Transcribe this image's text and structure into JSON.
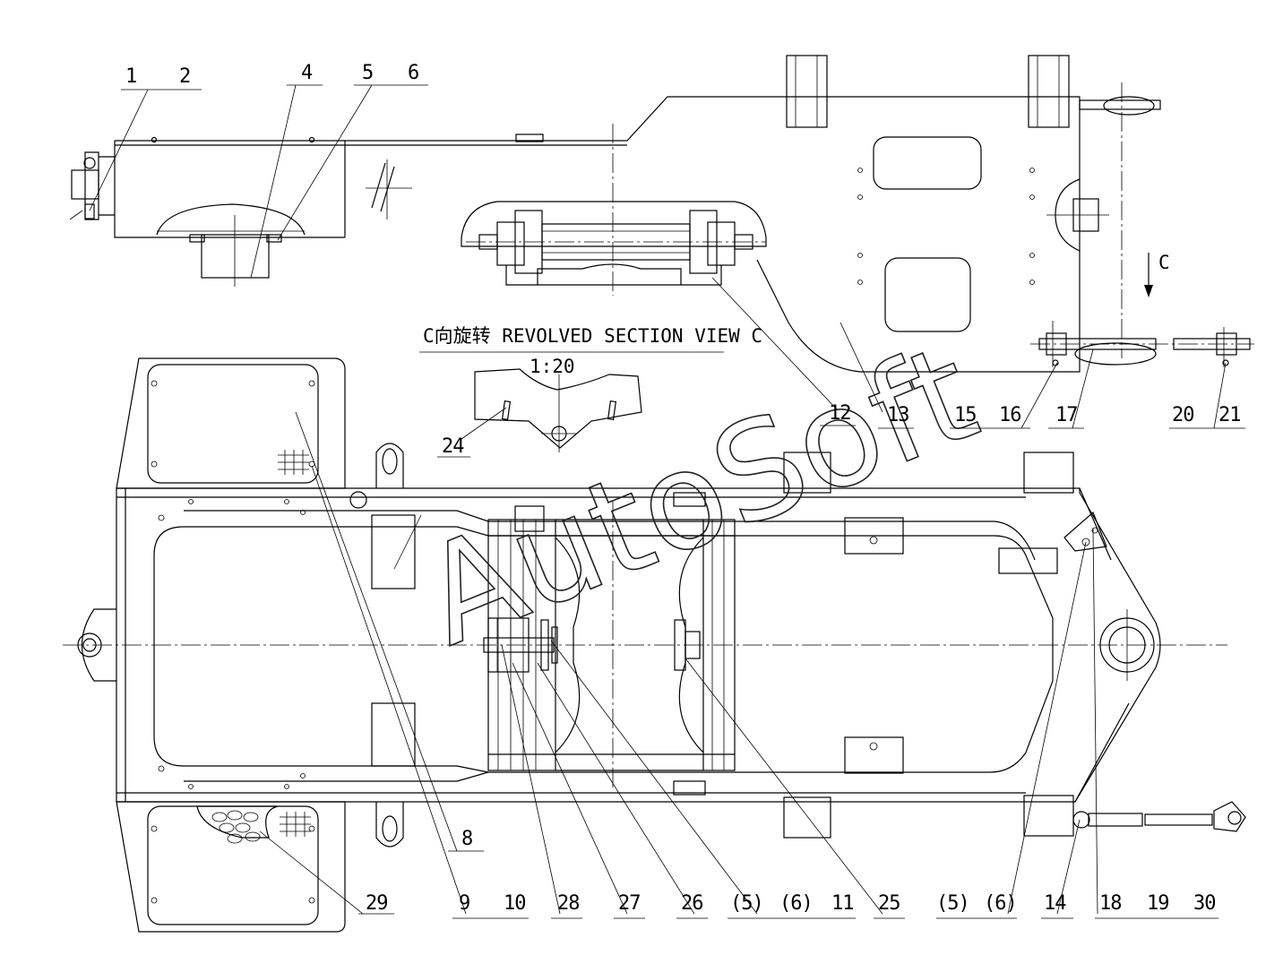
{
  "view_title": "C向旋转 REVOLVED SECTION VIEW C",
  "scale": "1:20",
  "view_arrow_label": "C",
  "watermark": "AutoSoft",
  "callouts": {
    "c1": "1",
    "c2": "2",
    "c4": "4",
    "c5": "5",
    "c6": "6",
    "c12": "12",
    "c13": "13",
    "c15": "15",
    "c16": "16",
    "c17": "17",
    "c20": "20",
    "c21": "21",
    "c24": "24",
    "c8": "8",
    "c29": "29",
    "c9": "9",
    "c10": "10",
    "c28": "28",
    "c27": "27",
    "c26": "26",
    "c5b": "(5)",
    "c6b": "(6)",
    "c11": "11",
    "c25": "25",
    "c5c": "(5)",
    "c6c": "(6)",
    "c14": "14",
    "c18": "18",
    "c19": "19",
    "c30": "30"
  }
}
